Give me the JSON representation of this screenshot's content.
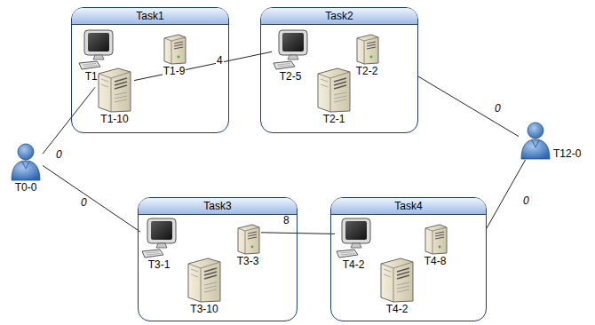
{
  "diagram": {
    "nodes": [
      {
        "text": [
          "Task1"
        ]
      },
      {
        "text": [
          "T1-3"
        ],
        "in": 0
      },
      {
        "text": [
          "T1-9"
        ],
        "in": 0
      },
      {
        "text": [
          "T1-10"
        ],
        "in": 0
      },
      {
        "text": [
          "Task2"
        ]
      },
      {
        "text": [
          "T2-5"
        ],
        "in": 4
      },
      {
        "text": [
          "T2-2"
        ],
        "in": 4
      },
      {
        "text": [
          "T2-1"
        ],
        "in": 4
      },
      {
        "text": [
          "T0-0"
        ]
      },
      {
        "text": [
          "Task3"
        ]
      },
      {
        "text": [
          "T3-1"
        ],
        "in": 9
      },
      {
        "text": [
          "T3-3"
        ],
        "in": 9
      },
      {
        "text": [
          "T3-10"
        ],
        "in": 9
      },
      {
        "text": [
          "Task4"
        ]
      },
      {
        "text": [
          "T4-2"
        ],
        "in": 13
      },
      {
        "text": [
          "T4-8"
        ],
        "in": 13
      },
      {
        "text": [
          "T4-2"
        ],
        "in": 13
      },
      {
        "text": [
          "T12-0"
        ]
      }
    ],
    "edges": [
      {
        "from": 8,
        "to": 3,
        "arrow": "none",
        "label": "0"
      },
      {
        "from": 3,
        "to": 5,
        "arrow": "none",
        "label": "4"
      },
      {
        "from": 4,
        "to": 17,
        "arrow": "none",
        "label": "0"
      },
      {
        "from": 8,
        "to": 10,
        "arrow": "none",
        "label": "0"
      },
      {
        "from": 11,
        "to": 14,
        "arrow": "none",
        "label": "8"
      },
      {
        "from": 13,
        "to": 17,
        "arrow": "none",
        "label": "0"
      }
    ]
  }
}
